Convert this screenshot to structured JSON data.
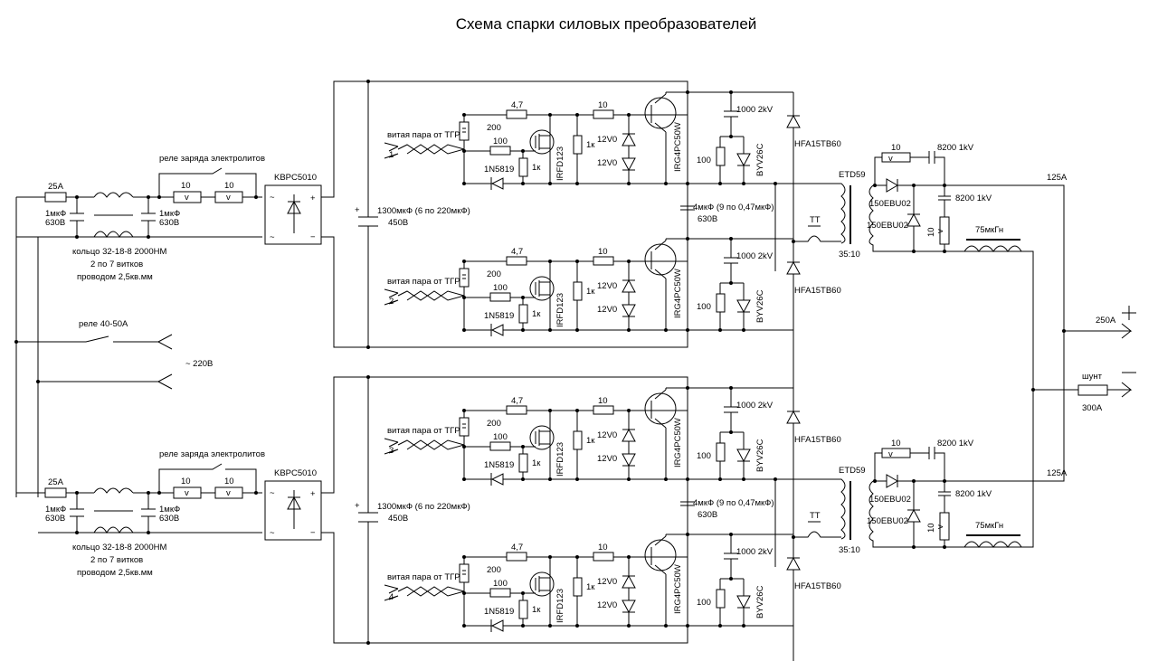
{
  "title": "Схема спарки силовых преобразователей",
  "input_stage": {
    "fuse": "25A",
    "cap_left": {
      "value": "1мкФ",
      "voltage": "630В"
    },
    "cap_right": {
      "value": "1мкФ",
      "voltage": "630В"
    },
    "choke_note": [
      "кольцо 32-18-8 2000НМ",
      "2 по 7 витков",
      "проводом 2,5кв.мм"
    ],
    "charge_relay": "реле заряда электролитов",
    "charge_resistor_1": "10",
    "charge_resistor_2": "10",
    "varistor_glyph": "v",
    "bridge": "KBPC5010",
    "bridge_ac": "~",
    "bridge_plus": "+",
    "bridge_minus": "−"
  },
  "mains": {
    "relay": "реле 40-50А",
    "voltage": "~  220В"
  },
  "bus": {
    "bulk_cap": "1300мкФ (6 по 220мкФ)",
    "bulk_voltage": "450В",
    "plus": "+",
    "snubber_cap": "4мкФ (9 по 0,47мкФ)",
    "snubber_voltage": "630В"
  },
  "driver": {
    "input_label": "витая пара от ТГР",
    "channels": [
      "1",
      "2",
      "3",
      "4"
    ],
    "r_series": "4,7",
    "r_gate_top": "200",
    "r_gate": "100",
    "r_pulldown": "1к",
    "r_mid": "1к",
    "r_igbt_gate": "10",
    "schottky": "1N5819",
    "mosfet": "IRFD123",
    "zener_1": "12V0",
    "zener_2": "12V0",
    "igbt": "IRG4PC50W",
    "snubber_c": "1000 2kV",
    "snubber_r": "100",
    "snubber_d": "BYV26C",
    "clamp_diode": "HFA15TB60"
  },
  "output_stage": {
    "current_transformer": "TT",
    "transformer": "ETD59",
    "ratio": "35:10",
    "rc_resistor": "10",
    "rc_cap": "8200 1kV",
    "rectifier_1": "150EBU02",
    "rectifier_2": "150EBU02",
    "snubber_cap": "8200 1kV",
    "snubber_r": "10",
    "inductor": "75мкГн",
    "current": "125A"
  },
  "output": {
    "plus": "+",
    "minus": "—",
    "current": "250A",
    "shunt": "шунт",
    "shunt_rating": "300A"
  }
}
